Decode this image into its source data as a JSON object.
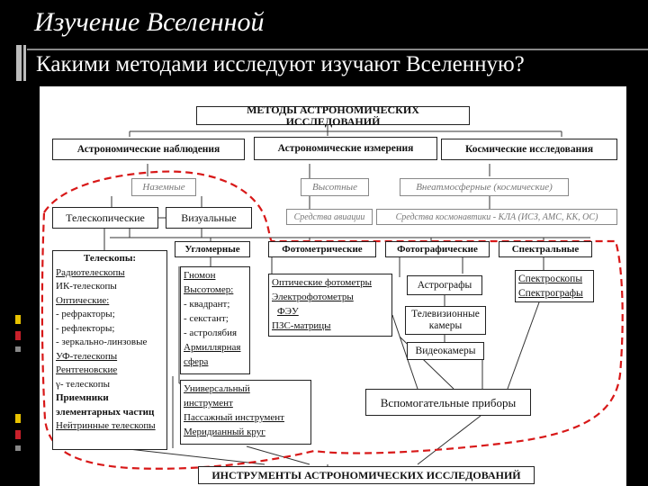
{
  "header": {
    "title": "Изучение Вселенной",
    "subtitle": "Какими методами исследуют изучают Вселенную?"
  },
  "diagram": {
    "top": "МЕТОДЫ АСТРОНОМИЧЕСКИХ ИССЛЕДОВАНИЙ",
    "methods": {
      "obs": "Астрономические наблюдения",
      "meas": "Астрономические измерения",
      "space": "Космические исследования"
    },
    "locations": {
      "ground": "Наземные",
      "high": "Высотные",
      "outer": "Внеатмосферные (космические)"
    },
    "means": {
      "aviation": "Средства авиации",
      "cosmo": "Средства космонавтики - КЛА (ИСЗ, АМС, КК, ОС)"
    },
    "types": {
      "tele": "Телескопические",
      "visual": "Визуальные"
    },
    "categories": {
      "angle": "Угломерные",
      "photometric": "Фотометрические",
      "photographic": "Фотографические",
      "spectral": "Спектральные"
    },
    "telescopes": {
      "title": "Телескопы:",
      "lines": [
        "Радиотелескопы",
        "ИК-телескопы",
        "Оптические:",
        "- рефракторы;",
        "- рефлекторы;",
        "- зеркально-линзовые",
        "УФ-телескопы",
        "Рентгеновские",
        "γ- телескопы",
        "Приемники",
        "элементарных частиц",
        "Нейтринные телескопы"
      ]
    },
    "angle_instruments": {
      "lines": [
        "Гномон",
        "Высотомер:",
        "- квадрант;",
        "- секстант;",
        "- астролябия",
        "Армиллярная",
        "сфера"
      ]
    },
    "universal": {
      "lines": [
        "Универсальный",
        "инструмент",
        "Пассажный инструмент",
        "Меридианный круг"
      ]
    },
    "photometers": {
      "lines": [
        "Оптические фотометры",
        "Электрофотометры",
        "ФЭУ",
        "ПЗС-матрицы"
      ]
    },
    "astrographs": "Астрографы",
    "tv_cameras": "Телевизионные камеры",
    "video_cameras": "Видеокамеры",
    "spectro": {
      "lines": [
        "Спектроскопы",
        "Спектрографы"
      ]
    },
    "aux": "Вспомогательные приборы",
    "bottom": "ИНСТРУМЕНТЫ АСТРОНОМИЧЕСКИХ ИССЛЕДОВАНИЙ"
  },
  "colors": {
    "background": "#000000",
    "panel": "#ffffff",
    "dash": "#d81818",
    "accent_yellow": "#e8c200",
    "accent_red": "#c8202a"
  }
}
